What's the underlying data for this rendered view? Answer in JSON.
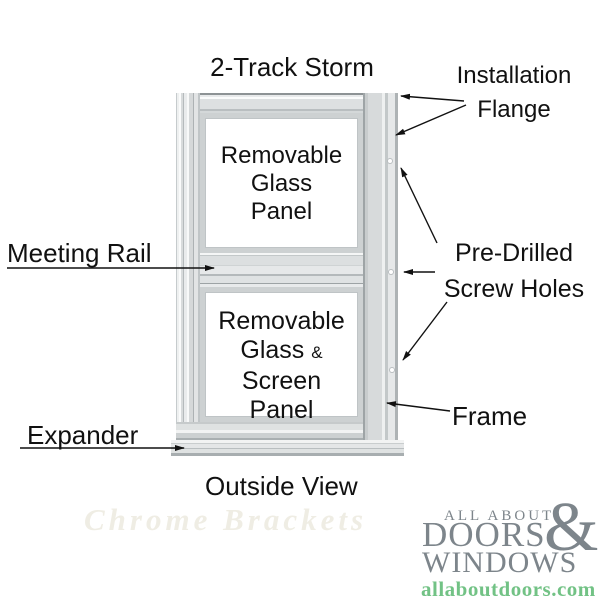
{
  "diagram": {
    "title": "2-Track Storm",
    "labels": {
      "installation_line1": "Installation",
      "installation_line2": "Flange",
      "meeting_rail": "Meeting Rail",
      "predrilled_line1": "Pre-Drilled",
      "predrilled_line2": "Screw Holes",
      "frame": "Frame",
      "expander": "Expander"
    },
    "upper_panel": {
      "line1": "Removable",
      "line2": "Glass",
      "line3": "Panel"
    },
    "lower_panel": {
      "line1": "Removable",
      "line2a": "Glass",
      "amp": "&",
      "line2b": "Screen",
      "line3": "Panel"
    },
    "footer": "Outside View",
    "watermark": "Chrome Brackets"
  },
  "logo": {
    "line1": "ALL ABOUT",
    "ampersand": "&",
    "line2": "DOORS",
    "line3": "WINDOWS",
    "website": "allaboutdoors.com"
  },
  "colors": {
    "label_text": "#111111",
    "frame_body": "#d7dadb",
    "frame_edge": "#9ea4a6",
    "glass": "#ffffff",
    "logo_gray": "#7d858b",
    "logo_green": "#72c285",
    "watermark": "#efede4"
  }
}
